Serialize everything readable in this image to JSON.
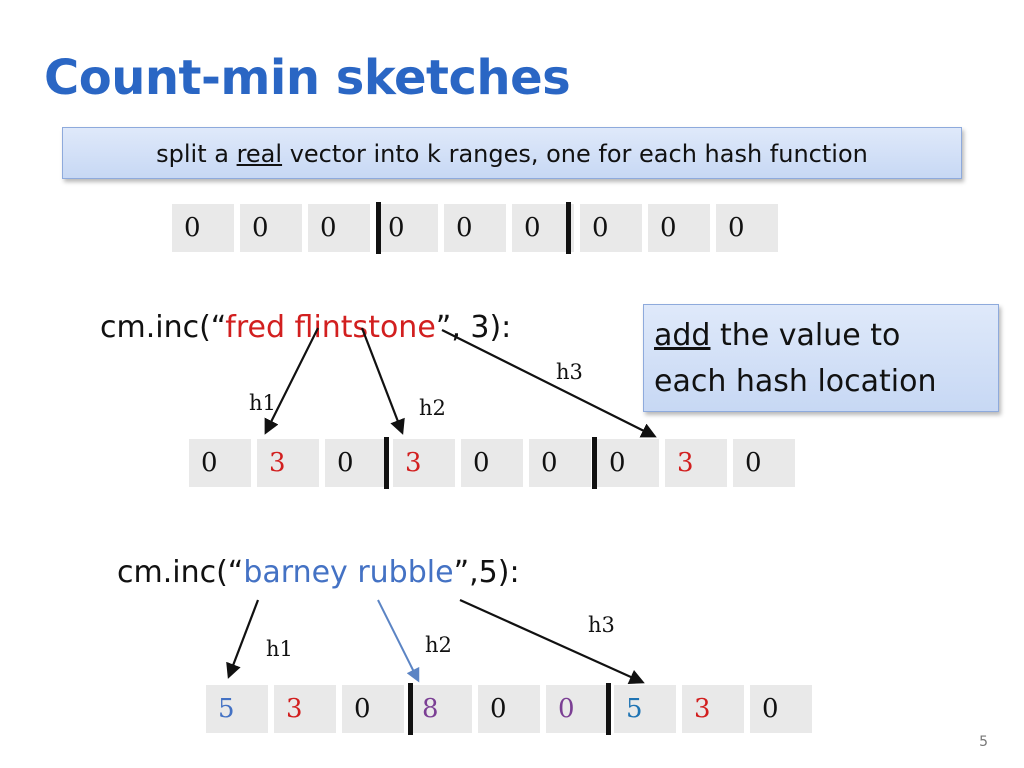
{
  "slide": {
    "title": "Count-min sketches",
    "page_number": "5"
  },
  "top_callout": {
    "before": "split a ",
    "underlined": "real",
    "after": " vector into k ranges, one for each hash function"
  },
  "right_callout": {
    "underlined": "add",
    "rest_line1": " the value to",
    "line2": "each hash location"
  },
  "vector_initial": [
    "0",
    "0",
    "0",
    "0",
    "0",
    "0",
    "0",
    "0",
    "0"
  ],
  "call_fred": {
    "prefix": "cm.inc(“",
    "key": "fred flintstone",
    "suffix": "”, 3):",
    "h1": "h1",
    "h2": "h2",
    "h3": "h3"
  },
  "vector_after_fred": [
    "0",
    "3",
    "0",
    "3",
    "0",
    "0",
    "0",
    "3",
    "0"
  ],
  "call_barney": {
    "prefix": "cm.inc(“",
    "key": "barney rubble",
    "suffix": "”,5):",
    "h1": "h1",
    "h2": "h2",
    "h3": "h3"
  },
  "vector_after_barney": [
    "5",
    "3",
    "0",
    "8",
    "0",
    "0",
    "5",
    "3",
    "0"
  ],
  "colors": {
    "title": "#2a66c4",
    "fred_key": "#d21f1f",
    "barney_key": "#4472c4",
    "value_red": "#d21f1f",
    "value_blue": "#4472c4",
    "value_purple": "#7b3f94",
    "value_teal": "#1f74b4",
    "h2_arrow_barney": "#5b84c4"
  }
}
